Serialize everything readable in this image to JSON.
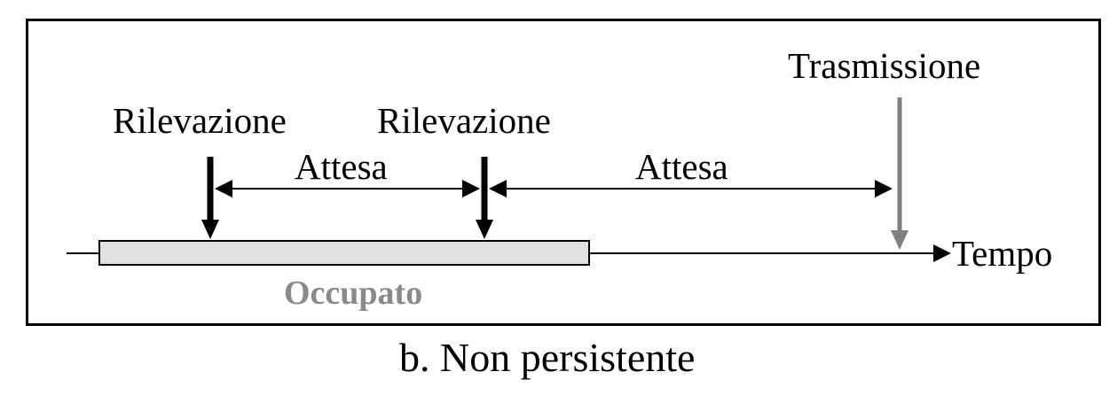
{
  "diagram": {
    "labels": {
      "transmission": "Trasmissione",
      "sensing_1": "Rilevazione",
      "sensing_2": "Rilevazione",
      "wait_1": "Attesa",
      "wait_2": "Attesa",
      "time_axis": "Tempo",
      "busy": "Occupato"
    },
    "caption": "b. Non persistente"
  },
  "colors": {
    "frame": "#000000",
    "busy_fill": "#e0e0e0",
    "busy_text": "#8a8a8a",
    "transmission_arrow": "#808080"
  }
}
